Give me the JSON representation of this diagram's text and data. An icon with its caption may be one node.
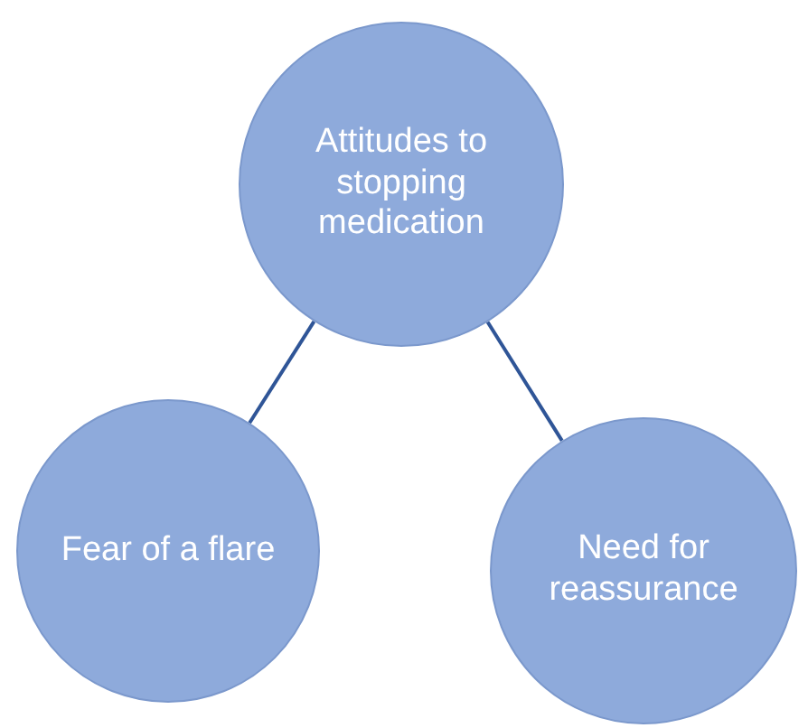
{
  "diagram": {
    "nodes": [
      {
        "text": [
          "Attitudes to stopping medication"
        ]
      },
      {
        "text": [
          "Fear of a flare"
        ]
      },
      {
        "text": [
          "Need for reassurance"
        ]
      }
    ],
    "edges": [
      {
        "from": 0,
        "to": 1,
        "arrow": "none"
      },
      {
        "from": 0,
        "to": 2,
        "arrow": "none"
      }
    ]
  }
}
